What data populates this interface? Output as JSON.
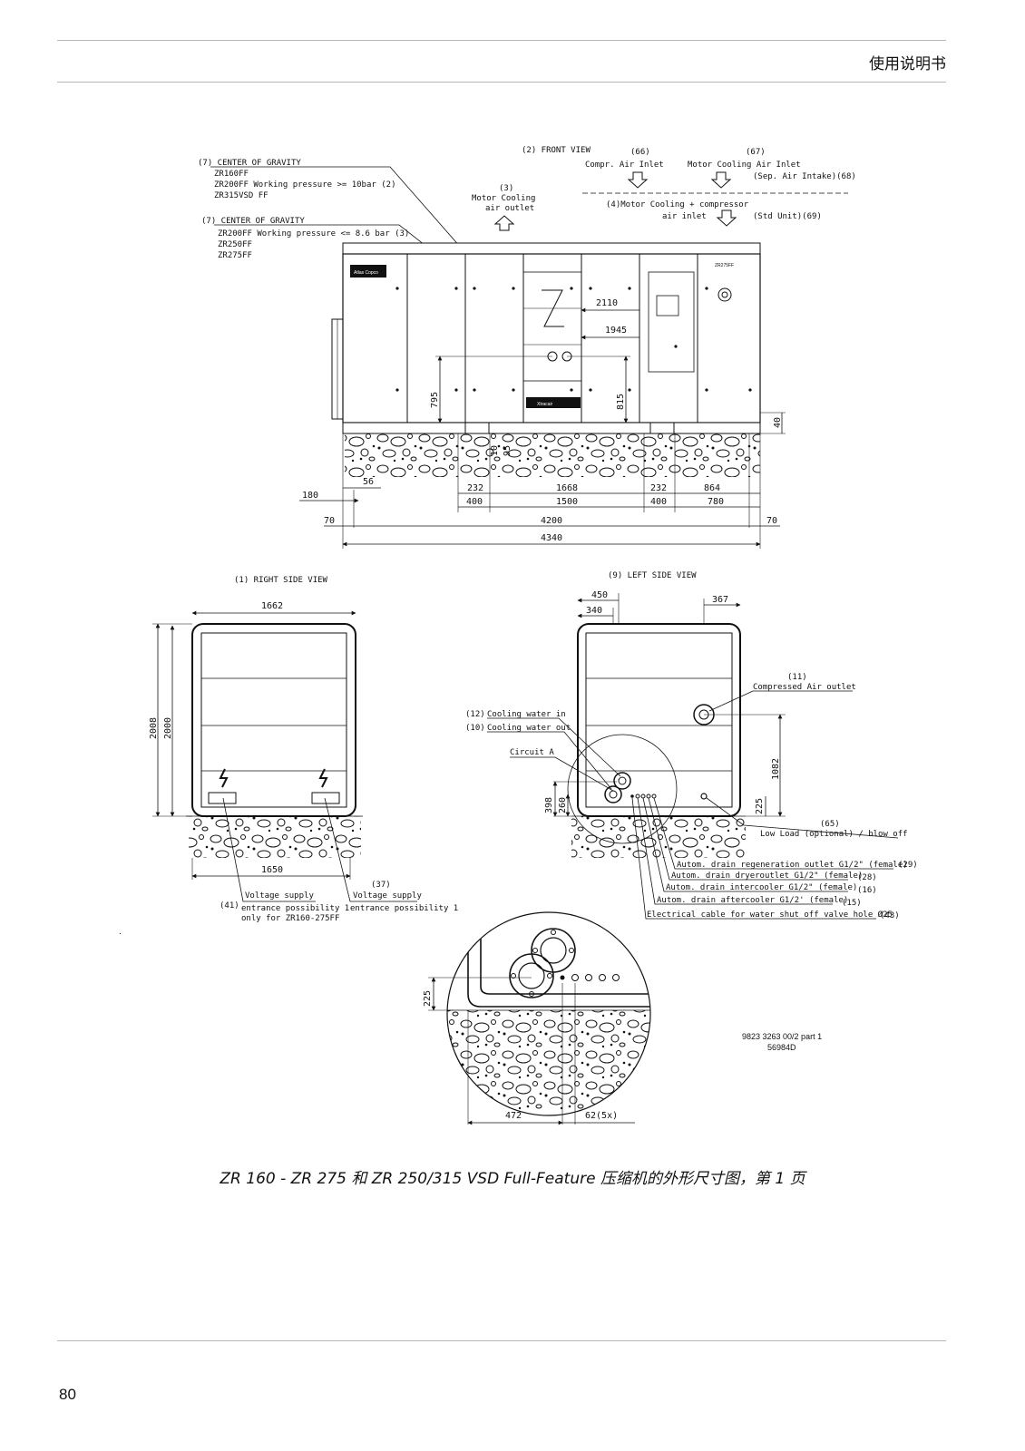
{
  "header": {
    "title": "使用说明书"
  },
  "page_number": "80",
  "caption": "ZR 160 - ZR 275 和 ZR 250/315 VSD Full-Feature 压缩机的外形尺寸图，第 1 页",
  "drawing": {
    "reference": [
      "9823 3263 00/2 part 1",
      "56984D"
    ],
    "views": {
      "front": "(2) FRONT VIEW",
      "right": "(1) RIGHT SIDE VIEW",
      "left": "(9) LEFT SIDE VIEW"
    },
    "front": {
      "cog1": [
        "(7) CENTER OF GRAVITY",
        "ZR160FF",
        "ZR200FF Working pressure >= 10bar (2)",
        "ZR315VSD FF"
      ],
      "cog2": [
        "(7) CENTER OF GRAVITY",
        "ZR200FF Working pressure <= 8.6 bar (3)",
        "ZR250FF",
        "ZR275FF"
      ],
      "motor_outlet": [
        "(3)",
        "Motor Cooling",
        "air outlet"
      ],
      "inlet66": [
        "(66)",
        "Compr. Air Inlet"
      ],
      "inlet67": [
        "(67)",
        "Motor Cooling Air Inlet",
        "(Sep. Air Intake)(68)"
      ],
      "inlet4": [
        "(4)Motor Cooling + compressor",
        "air inlet",
        "(Std Unit)(69)"
      ],
      "brand_left": "Atlas Copco",
      "brand_center": "Xtracair",
      "brand_right": "ZR275FF",
      "dims": {
        "d2110": "2110",
        "d1945": "1945",
        "d795": "795",
        "d815": "815",
        "d40": "40",
        "d10": "10",
        "d95": "95",
        "d56": "56",
        "d180": "180",
        "d232a": "232",
        "d1668": "1668",
        "d232b": "232",
        "d864": "864",
        "d400a": "400",
        "d1500": "1500",
        "d400b": "400",
        "d780": "780",
        "d70a": "70",
        "d4200": "4200",
        "d70b": "70",
        "d4340": "4340"
      }
    },
    "right": {
      "dims": {
        "d1662": "1662",
        "d2008": "2008",
        "d2000": "2000",
        "d1650": "1650"
      },
      "voltage1": [
        "Voltage supply",
        "entrance possibility 1",
        "only for ZR160-275FF"
      ],
      "voltage2": [
        "Voltage supply",
        "entrance possibility 1"
      ],
      "num41": "(41)",
      "num37": "(37)"
    },
    "left": {
      "dims": {
        "d450": "450",
        "d340": "340",
        "d367": "367",
        "d1082": "1082",
        "d398": "398",
        "d260": "260",
        "d225": "225"
      },
      "outlet11": [
        "(11)",
        "Compressed Air outlet"
      ],
      "water12": [
        "(12)",
        "Cooling water in"
      ],
      "water10": [
        "(10)",
        "Cooling water out"
      ],
      "circuit": "Circuit A",
      "low_load": [
        "(65)",
        "Low Load (optional) / blow off"
      ],
      "drains": [
        [
          "Autom. drain regeneration outlet G1/2\" (female)",
          "(29)"
        ],
        [
          "Autom. drain dryeroutlet G1/2\" (female)",
          "(28)"
        ],
        [
          "Autom. drain intercooler G1/2\" (female)",
          "(16)"
        ],
        [
          "Autom. drain aftercooler G1/2' (female)",
          "(15)"
        ],
        [
          "Electrical cable for water shut off valve hole Ø25",
          "(43)"
        ]
      ]
    },
    "detail": {
      "dims": {
        "d225": "225",
        "d472": "472",
        "d62": "62(5x)"
      }
    }
  }
}
